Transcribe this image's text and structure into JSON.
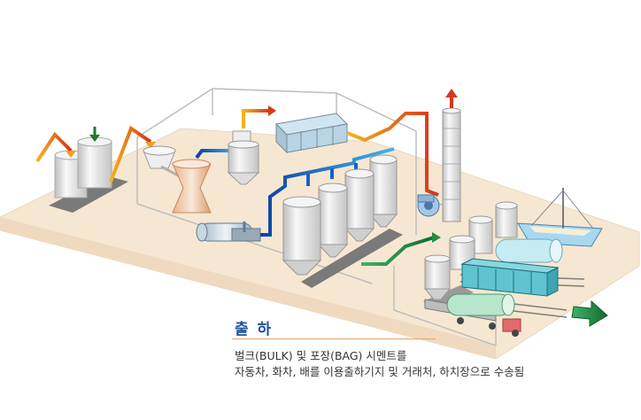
{
  "caption": {
    "title": "출 하",
    "line1": "벌크(BULK) 및 포장(BAG) 시멘트를",
    "line2": "자동차, 화차, 배를 이용출하기지 및 거래처, 하치장으로 수송됨"
  },
  "colors": {
    "floor": "#f6e7d2",
    "floor_edge": "#ead6bd",
    "silo": "#eeeeee",
    "silo_shade": "#c9c9c9",
    "pipe_blue": "#1a5fc8",
    "pipe_cyan": "#3ab2e6",
    "pipe_orange": "#f0a020",
    "pipe_red": "#d9361e",
    "arrow_green": "#1f8f45",
    "container": "#5fc4cf",
    "ship": "#a8d8ef",
    "wall_outline": "#bdbdbd"
  },
  "icons": [
    "down-arrow-icon",
    "up-arrow-icon",
    "right-arrow-icon"
  ]
}
